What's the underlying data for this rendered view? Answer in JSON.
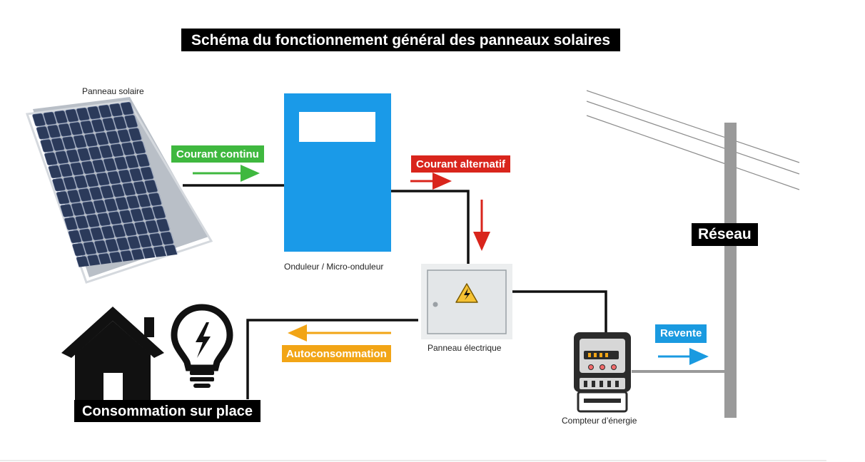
{
  "title": "Schéma du fonctionnement général des panneaux solaires",
  "components": {
    "solar_panel": "Panneau solaire",
    "inverter": "Onduleur / Micro-onduleur",
    "electric_panel": "Panneau électrique",
    "energy_meter": "Compteur d’énergie"
  },
  "flows": {
    "direct_current": "Courant continu",
    "alternating_current": "Courant alternatif",
    "self_consumption": "Autoconsommation",
    "resale": "Revente"
  },
  "grid_label": "Réseau",
  "home_label": "Consommation sur place",
  "colors": {
    "direct_current": "#3fb83f",
    "alternating_current": "#d9251c",
    "self_consumption": "#f2a516",
    "resale": "#1a9ae0",
    "inverter_body": "#1a9ae8",
    "pole": "#9a9a9a",
    "wire": "#111111"
  },
  "icons": [
    "solar-panel-icon",
    "inverter-icon",
    "electric-panel-icon",
    "warning-icon",
    "energy-meter-icon",
    "house-icon",
    "lightbulb-icon",
    "utility-pole-icon"
  ]
}
